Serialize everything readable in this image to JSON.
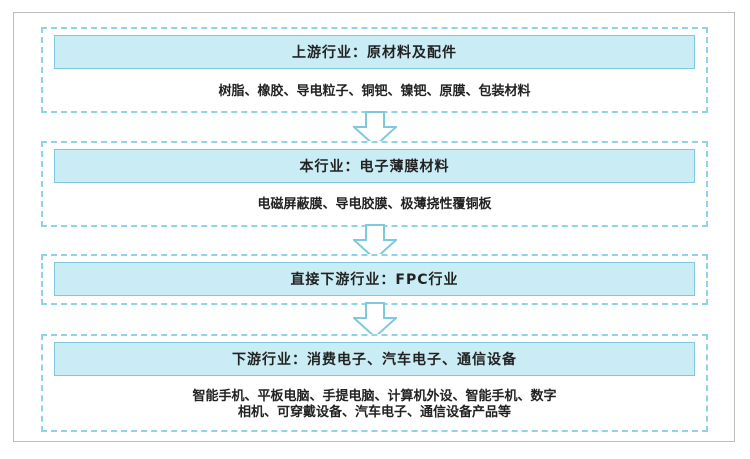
{
  "diagram": {
    "sections": [
      {
        "header": "上游行业：原材料及配件",
        "items": [
          "树脂、橡胶、导电粒子、铜钯、镍钯、原膜、包装材料"
        ]
      },
      {
        "header": "本行业：电子薄膜材料",
        "items": [
          "电磁屏蔽膜、导电胶膜、极薄挠性覆铜板"
        ]
      },
      {
        "header": "直接下游行业：FPC行业",
        "items": []
      },
      {
        "header": "下游行业：消费电子、汽车电子、通信设备",
        "items": [
          "智能手机、平板电脑、手提电脑、计算机外设、智能手机、数字",
          "相机、可穿戴设备、汽车电子、通信设备产品等"
        ]
      }
    ],
    "colors": {
      "header_fill": "#c9ecf5",
      "dashed_border": "#8fd3e4",
      "arrow_stroke": "#7fc9dc"
    }
  }
}
